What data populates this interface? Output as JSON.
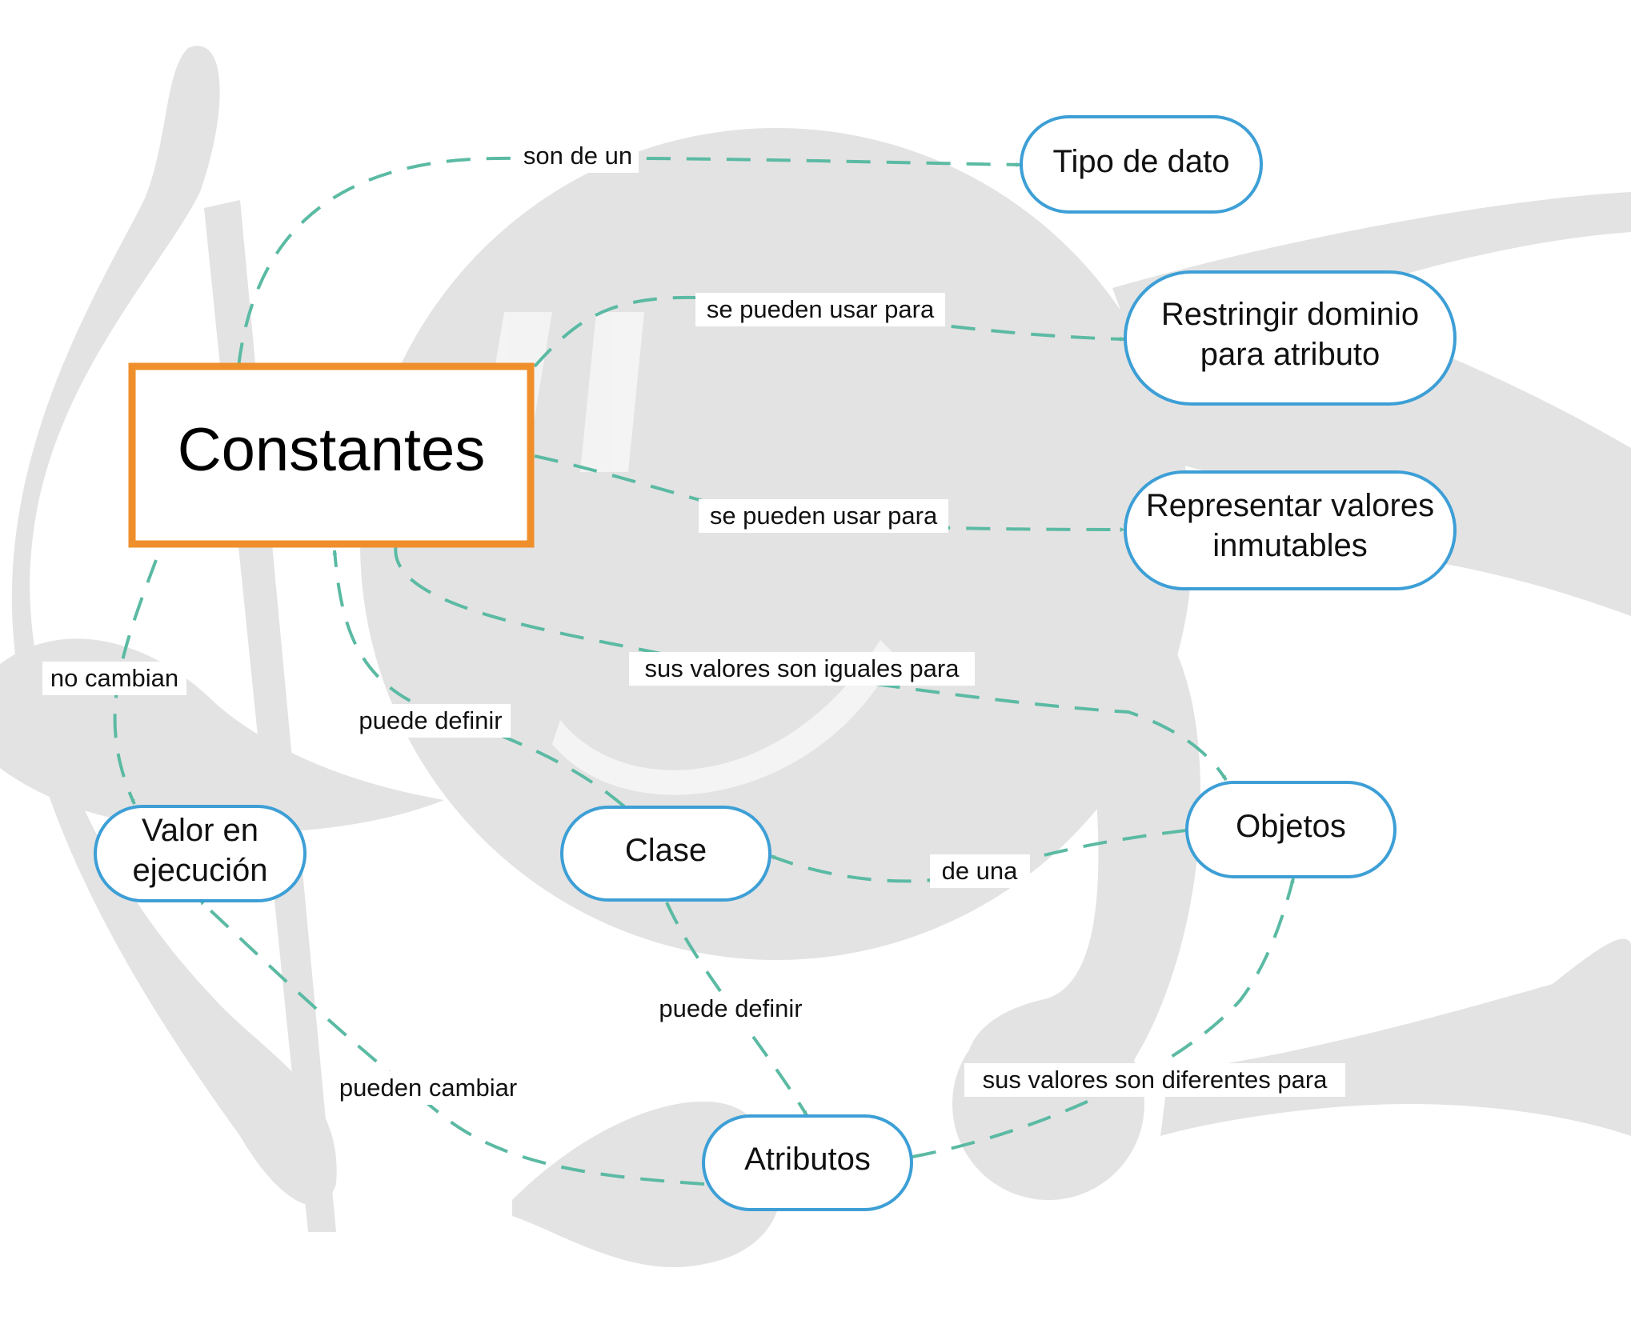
{
  "colors": {
    "edge": "#5bbaa3",
    "node_stroke": "#3d9fd6",
    "main_stroke": "#ef8f2c",
    "watermark": "#e3e3e3"
  },
  "nodes": {
    "constantes": "Constantes",
    "tipo_dato": "Tipo de dato",
    "restringir_1": "Restringir dominio",
    "restringir_2": "para atributo",
    "representar_1": "Representar valores",
    "representar_2": "inmutables",
    "objetos": "Objetos",
    "clase": "Clase",
    "valor_1": "Valor en",
    "valor_2": "ejecución",
    "atributos": "Atributos"
  },
  "edges": {
    "son_de_un": "son de un",
    "usar_restringir": "se pueden usar para",
    "usar_representar": "se pueden usar para",
    "iguales_para": "sus valores son iguales para",
    "no_cambian": "no cambian",
    "puede_definir_constantes": "puede definir",
    "de_una": "de una",
    "puede_definir_atributos": "puede definir",
    "pueden_cambiar": "pueden cambiar",
    "diferentes_para": "sus valores son diferentes para"
  }
}
